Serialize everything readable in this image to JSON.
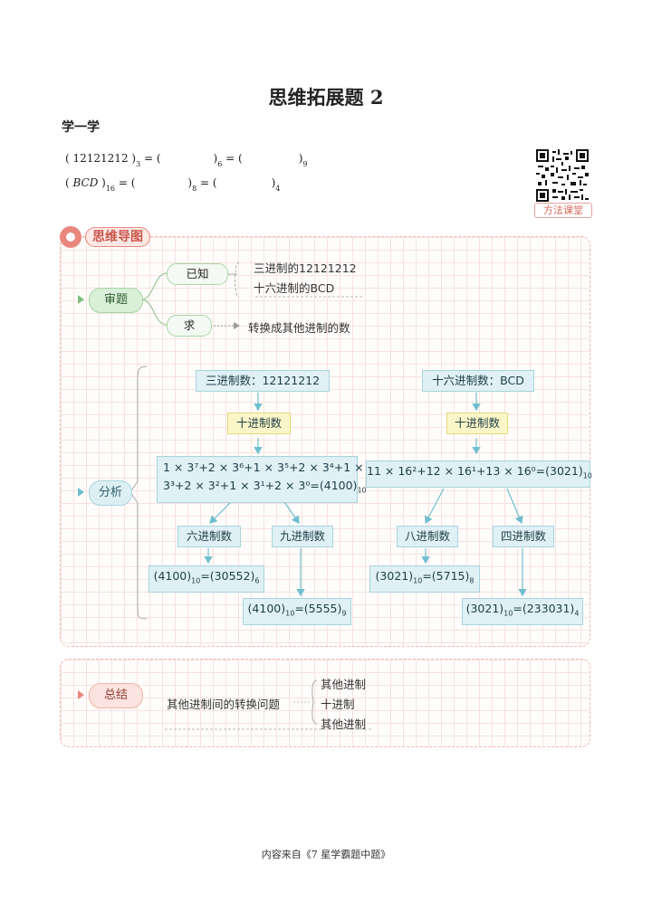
{
  "title": "思维拓展题 2",
  "section": "学一学",
  "problems": {
    "line1": {
      "a": "( 12121212 )",
      "a_sub": "3",
      "eq1": " = (",
      "gap1": "",
      "close1": ")",
      "b_sub": "6",
      "eq2": " = (",
      "gap2": "",
      "close2": ")",
      "c_sub": "9"
    },
    "line2": {
      "open": "( ",
      "a": "BCD",
      "close": " )",
      "a_sub": "16",
      "eq1": " = (",
      "close1": ")",
      "b_sub": "8",
      "eq2": " = (",
      "close2": ")",
      "c_sub": "4"
    }
  },
  "qr": {
    "label": "方法课堂"
  },
  "mindmap": {
    "badge": "思维导图",
    "review": {
      "label": "审题",
      "known_label": "已知",
      "known_items": [
        "三进制的12121212",
        "十六进制的BCD"
      ],
      "ask_label": "求",
      "ask_item": "转换成其他进制的数"
    },
    "analysis": {
      "label": "分析",
      "left": {
        "head": "三进制数：12121212",
        "mid": "十进制数",
        "formula_line1": "1 × 3⁷+2 × 3⁶+1 × 3⁵+2 × 3⁴+1 ×",
        "formula_line2": "3³+2 × 3²+1 × 3¹+2 × 3⁰=(4100)",
        "formula_sub": "10",
        "branch_a": "六进制数",
        "branch_b": "九进制数",
        "result_a": "(4100)",
        "result_a_sub1": "10",
        "result_a_mid": "=(30552)",
        "result_a_sub2": "6",
        "result_b": "(4100)",
        "result_b_sub1": "10",
        "result_b_mid": "=(5555)",
        "result_b_sub2": "9"
      },
      "right": {
        "head": "十六进制数：BCD",
        "mid": "十进制数",
        "formula": "11 × 16²+12 × 16¹+13 × 16⁰=(3021)",
        "formula_sub": "10",
        "branch_a": "八进制数",
        "branch_b": "四进制数",
        "result_a": "(3021)",
        "result_a_sub1": "10",
        "result_a_mid": "=(5715)",
        "result_a_sub2": "8",
        "result_b": "(3021)",
        "result_b_sub1": "10",
        "result_b_mid": "=(233031)",
        "result_b_sub2": "4"
      }
    },
    "summary": {
      "label": "总结",
      "topic": "其他进制间的转换问题",
      "items": [
        "其他进制",
        "十进制",
        "其他进制"
      ]
    }
  },
  "footer": "内容来自《7 星学霸题中题》",
  "colors": {
    "accent": "#e9877d",
    "green": "#a9d5a6",
    "cyan": "#a7d3dc",
    "yellow": "#e4d97a",
    "arrow": "#6fbfcf"
  }
}
